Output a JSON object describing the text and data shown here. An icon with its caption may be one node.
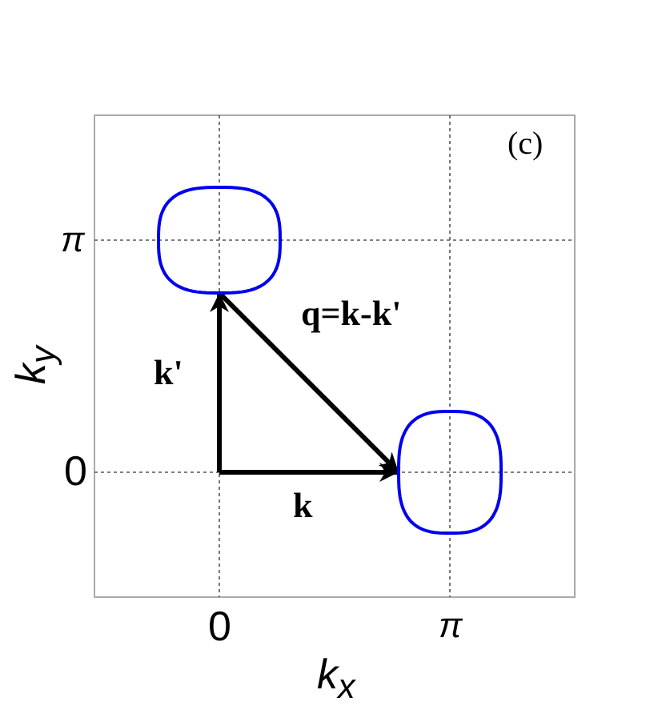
{
  "diagram": {
    "nodes": [
      {
        "text": [],
        "shape": "circle"
      },
      {
        "text": [],
        "shape": "circle"
      }
    ],
    "edges": [
      {
        "from": null,
        "to": 0,
        "arrow": "to",
        "label": "k'"
      },
      {
        "from": null,
        "to": 1,
        "arrow": "to",
        "label": "k"
      },
      {
        "from": 0,
        "to": 1,
        "arrow": "to",
        "label": "q=k-k'"
      }
    ],
    "labels": [
      "(c)",
      "π",
      "0",
      "0",
      "π",
      "k$_{x}$",
      "k$_{y}$"
    ]
  }
}
